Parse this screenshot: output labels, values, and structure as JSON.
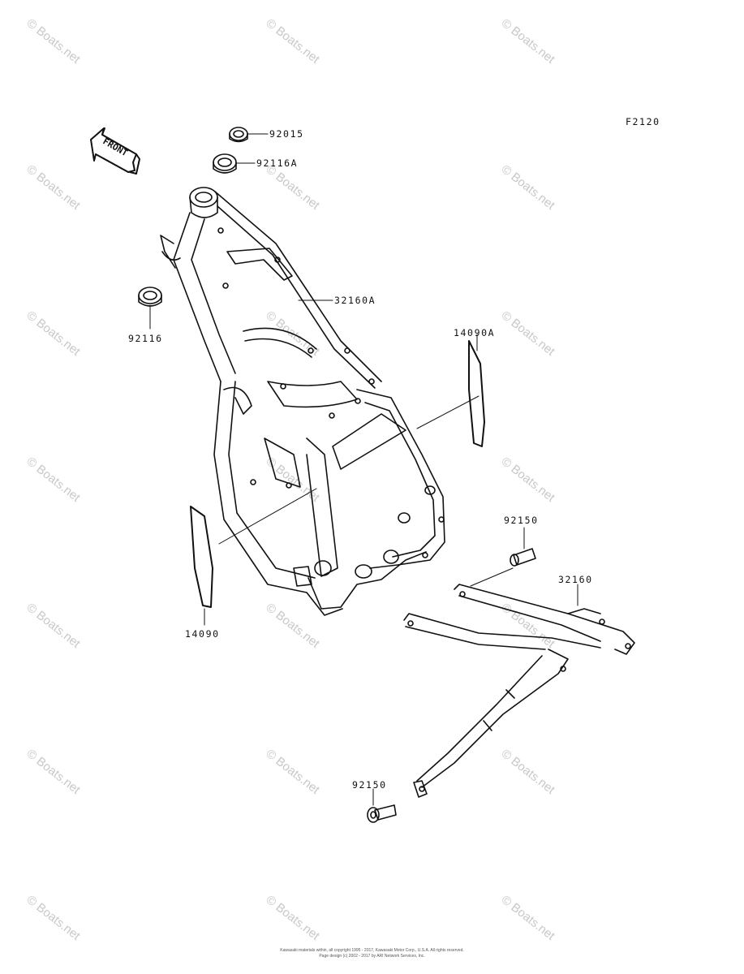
{
  "diagram_code": "F2120",
  "front_arrow_text": "FRONT",
  "watermark_text": "© Boats.net",
  "parts": {
    "p92015": "92015",
    "p92116A": "92116A",
    "p92116": "92116",
    "p32160A": "32160A",
    "p14090A": "14090A",
    "p14090": "14090",
    "p92150_top": "92150",
    "p32160": "32160",
    "p92150_bottom": "92150"
  },
  "footer": {
    "line1": "Kawasaki materials within, all copyright 1995 - 2017, Kawasaki Motor Corp., U.S.A. All rights reserved.",
    "line2": "Page design (c) 2002 - 2017 by ARI Network Services, Inc."
  }
}
